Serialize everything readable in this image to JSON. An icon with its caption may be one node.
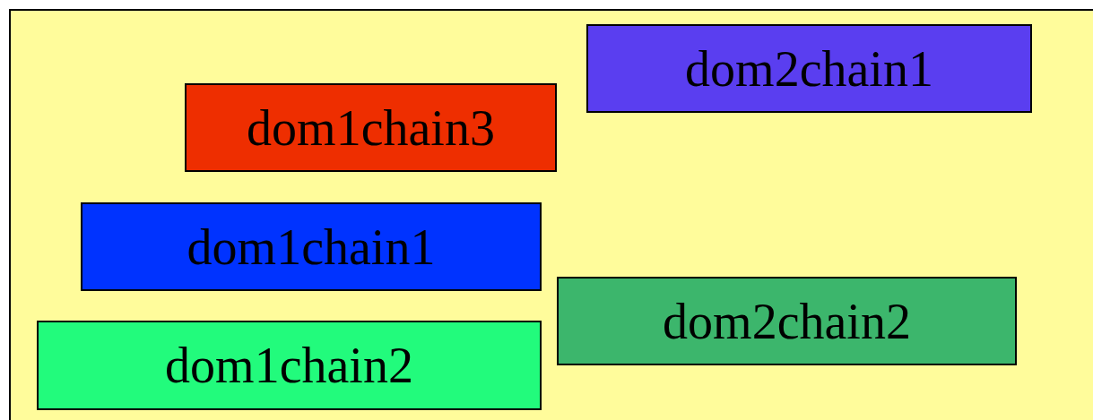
{
  "diagram": {
    "nodes": [
      {
        "text": [],
        "shape": "box"
      },
      {
        "text": [
          "dom2chain1"
        ],
        "in": 0
      },
      {
        "text": [
          "dom1chain3"
        ],
        "in": 0
      },
      {
        "text": [
          "dom1chain1"
        ],
        "in": 0
      },
      {
        "text": [
          "dom2chain2"
        ],
        "in": 0
      },
      {
        "text": [
          "dom1chain2"
        ],
        "in": 0
      }
    ]
  }
}
